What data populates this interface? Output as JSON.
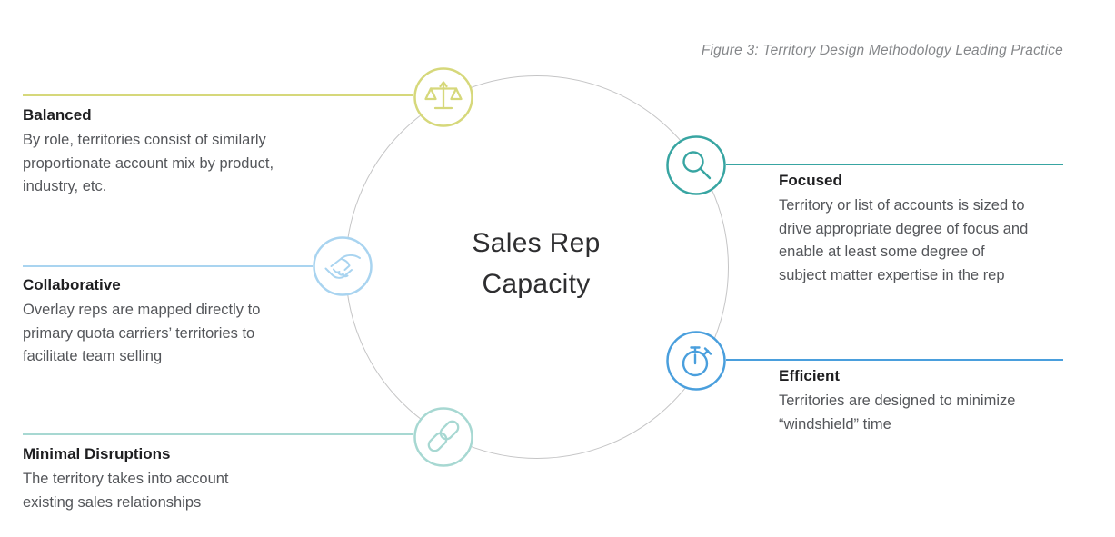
{
  "figure_caption": "Figure 3: Territory Design Methodology Leading Practice",
  "center_label": {
    "line1": "Sales Rep",
    "line2": "Capacity"
  },
  "colors": {
    "balanced": "#d6d87b",
    "collaborative": "#a9d4f0",
    "minimal_disruptions": "#a7d8d2",
    "focused": "#38a5a2",
    "efficient": "#4a9fdd",
    "main_circle": "#c5c5c6",
    "heading_text": "#1e1e20",
    "body_text": "#54565a",
    "caption_text": "#85878a"
  },
  "items": [
    {
      "key": "balanced",
      "title": "Balanced",
      "description": "By role, territories consist of similarly\nproportionate account mix by product,\nindustry, etc.",
      "icon": "scales-icon",
      "color": "#d6d87b"
    },
    {
      "key": "collaborative",
      "title": "Collaborative",
      "description": "Overlay reps are mapped directly to\nprimary quota carriers’ territories to\nfacilitate team selling",
      "icon": "handshake-icon",
      "color": "#a9d4f0"
    },
    {
      "key": "minimal_disruptions",
      "title": "Minimal Disruptions",
      "description": "The territory takes into account\nexisting sales relationships",
      "icon": "link-icon",
      "color": "#a7d8d2"
    },
    {
      "key": "focused",
      "title": "Focused",
      "description": "Territory or list of accounts is sized to\ndrive appropriate degree of focus and\nenable at least some degree of\nsubject matter expertise in the rep",
      "icon": "magnifier-icon",
      "color": "#38a5a2"
    },
    {
      "key": "efficient",
      "title": "Efficient",
      "description": "Territories are designed to minimize\n“windshield” time",
      "icon": "stopwatch-icon",
      "color": "#4a9fdd"
    }
  ]
}
